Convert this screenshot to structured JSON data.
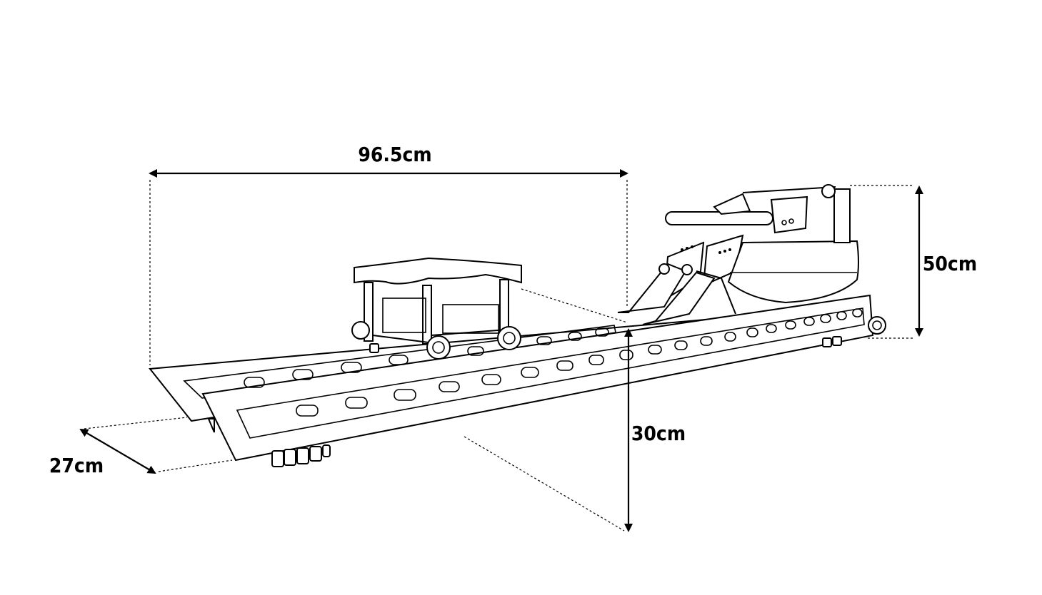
{
  "dimensions": {
    "length": "96.5cm",
    "height_total": "50cm",
    "height_rail": "30cm",
    "width": "27cm"
  },
  "icons": {
    "product": "rowing-machine-illustration",
    "dimension_arrow": "double-arrow-icon"
  },
  "colors": {
    "ink": "#000000",
    "background": "#ffffff"
  }
}
